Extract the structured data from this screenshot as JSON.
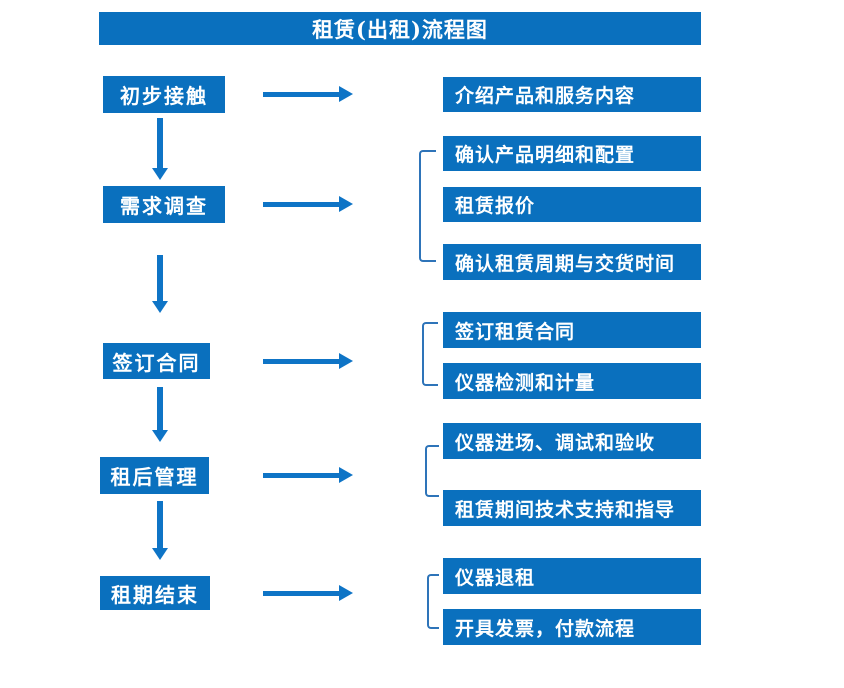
{
  "colors": {
    "box_blue": "#0a70be",
    "arrow_blue": "#0e74c6",
    "bracket_blue": "#2e74b9",
    "text_white": "#ffffff"
  },
  "flow": {
    "title": "租赁(出租)流程图",
    "steps": [
      {
        "label": "初步接触",
        "details": [
          "介绍产品和服务内容"
        ]
      },
      {
        "label": "需求调查",
        "details": [
          "确认产品明细和配置",
          "租赁报价",
          "确认租赁周期与交货时间"
        ]
      },
      {
        "label": "签订合同",
        "details": [
          "签订租赁合同",
          "仪器检测和计量"
        ]
      },
      {
        "label": "租后管理",
        "details": [
          "仪器进场、调试和验收",
          "租赁期间技术支持和指导"
        ]
      },
      {
        "label": "租期结束",
        "details": [
          "仪器退租",
          "开具发票，付款流程"
        ]
      }
    ]
  }
}
